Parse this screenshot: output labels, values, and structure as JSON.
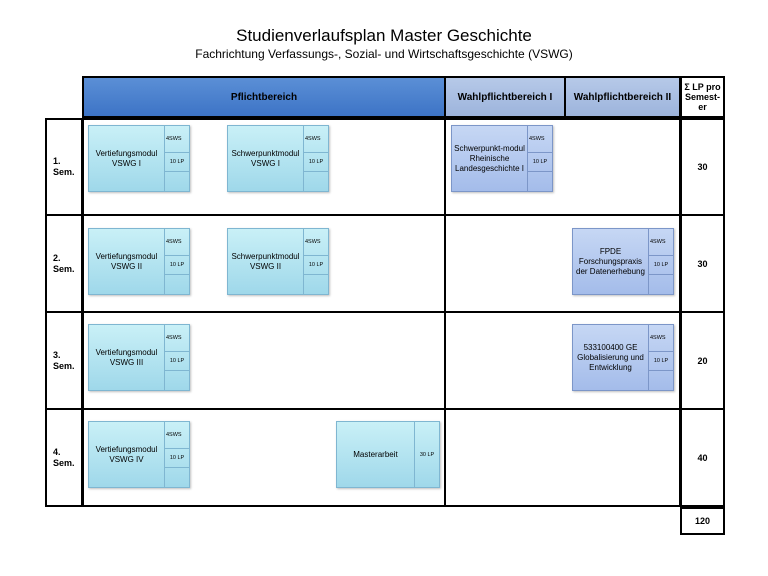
{
  "header": {
    "title": "Studienverlaufsplan Master Geschichte",
    "subtitle": "Fachrichtung Verfassungs-, Sozial- und Wirtschaftsgeschichte (VSWG)"
  },
  "columns": {
    "pflicht": "Pflichtbereich",
    "wp1": "Wahlpflichtbereich I",
    "wp2": "Wahlpflichtbereich II",
    "sum": "Σ LP pro Semest-er"
  },
  "semesters": [
    {
      "label": "1. Sem.",
      "sum": "30"
    },
    {
      "label": "2. Sem.",
      "sum": "30"
    },
    {
      "label": "3. Sem.",
      "sum": "20"
    },
    {
      "label": "4. Sem.",
      "sum": "40"
    }
  ],
  "total": "120",
  "modules": {
    "vm1": {
      "name": "Vertiefungsmodul VSWG I",
      "sws": "4SWS",
      "lp": "10 LP"
    },
    "sm1": {
      "name": "Schwerpunktmodul VSWG I",
      "sws": "4SWS",
      "lp": "10 LP"
    },
    "wp1": {
      "name": "Schwerpunkt-modul Rheinische Landesgeschichte I",
      "sws": "4SWS",
      "lp": "10 LP"
    },
    "vm2": {
      "name": "Vertiefungsmodul VSWG II",
      "sws": "4SWS",
      "lp": "10 LP"
    },
    "sm2": {
      "name": "Schwerpunktmodul VSWG II",
      "sws": "4SWS",
      "lp": "10 LP"
    },
    "fpde": {
      "name": "FPDE Forschungspraxis der Datenerhebung",
      "sws": "4SWS",
      "lp": "10 LP"
    },
    "vm3": {
      "name": "Vertiefungsmodul VSWG III",
      "sws": "4SWS",
      "lp": "10 LP"
    },
    "ge": {
      "name": "533100400 GE Globalisierung und Entwicklung",
      "sws": "4SWS",
      "lp": "10 LP"
    },
    "vm4": {
      "name": "Vertiefungsmodul VSWG IV",
      "sws": "4SWS",
      "lp": "10 LP"
    },
    "ma": {
      "name": "Masterarbeit",
      "lp": "30 LP"
    }
  }
}
